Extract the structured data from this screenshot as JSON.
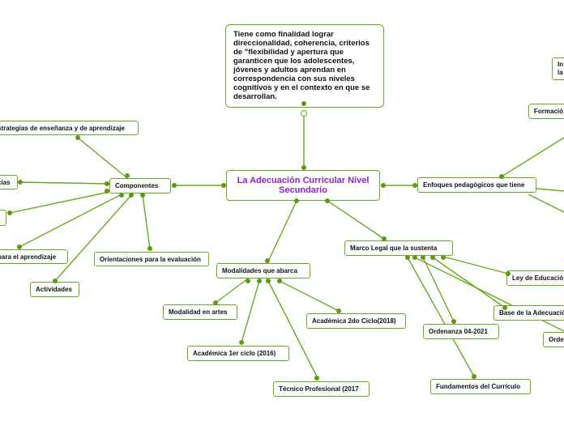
{
  "colors": {
    "line": "#6aaa1e",
    "dot": "#5e9a14",
    "center_text": "#8a24cc"
  },
  "center": "La Adecuación Curricular Nivel Secundario",
  "description": "Tiene como finalidad lograr direccionalidad, coherencia, criterios de \"flexibilidad y apertura que garanticen que los adolescentes, jóvenes y adultos aprendan en correspondencia con sus niveles cognitivos y en el contexto en que se desarrollan.",
  "componentes": {
    "label": "Componentes",
    "items": [
      "strategias de enseñanza y de aprendizaje",
      "cias",
      "",
      "para el aprendizaje",
      "Actividades",
      "Orientaciones para la evaluación"
    ]
  },
  "modalidades": {
    "label": "Modalidades que abarca",
    "items": [
      "Modalidad en artes",
      "Académica 1er ciclo (2016)",
      "Técnico Profesional (2017",
      "Académica 2do Ciclo(2018)"
    ]
  },
  "marco_legal": {
    "label": "Marco Legal  que la sustenta",
    "items": [
      "Ley de Educació",
      "Base de la Adecuació",
      "Ordenanza 04-2021",
      "Fundamentos del Currículo",
      "Orde"
    ]
  },
  "enfoques": {
    "label": "Enfoques pedagógicos que tiene",
    "items": [
      "Formació",
      "In\nla"
    ]
  }
}
